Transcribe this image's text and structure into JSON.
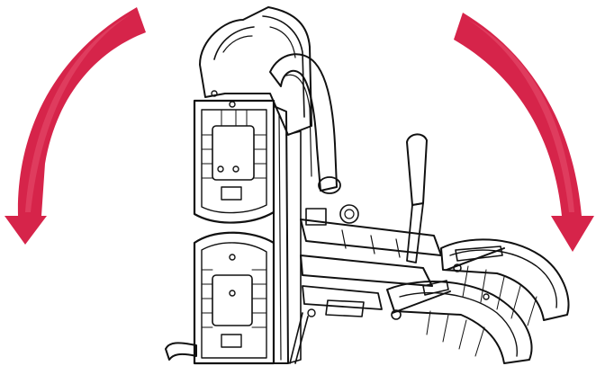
{
  "colors": {
    "arrow": "#d6244a",
    "arrow_highlight": "#e8506f",
    "line": "#111111",
    "fill": "#ffffff",
    "shade": "#e9e9e9"
  },
  "arrows": [
    {
      "name": "rotate-left-arrow",
      "icon": "curved-arrow-down-left"
    },
    {
      "name": "rotate-right-arrow",
      "icon": "curved-arrow-down-right"
    }
  ],
  "device": {
    "icon": "folding-bike-rack-line-drawing"
  }
}
